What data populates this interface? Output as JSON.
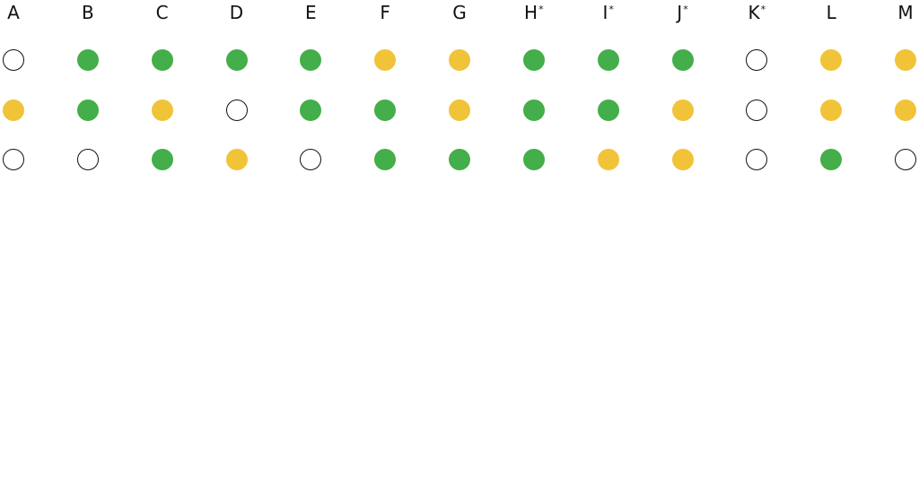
{
  "colors": {
    "green": "#43ae4a",
    "yellow": "#f1c338",
    "empty": "#ffffff",
    "outline": "#111111"
  },
  "columns": [
    {
      "label": "A",
      "marker": ""
    },
    {
      "label": "B",
      "marker": ""
    },
    {
      "label": "C",
      "marker": ""
    },
    {
      "label": "D",
      "marker": ""
    },
    {
      "label": "E",
      "marker": ""
    },
    {
      "label": "F",
      "marker": ""
    },
    {
      "label": "G",
      "marker": ""
    },
    {
      "label": "H",
      "marker": "*"
    },
    {
      "label": "I",
      "marker": "*"
    },
    {
      "label": "J",
      "marker": "*"
    },
    {
      "label": "K",
      "marker": "*"
    },
    {
      "label": "L",
      "marker": ""
    },
    {
      "label": "M",
      "marker": ""
    }
  ],
  "rows": [
    [
      "empty",
      "green",
      "green",
      "green",
      "green",
      "yellow",
      "yellow",
      "green",
      "green",
      "green",
      "empty",
      "yellow",
      "yellow"
    ],
    [
      "yellow",
      "green",
      "yellow",
      "empty",
      "green",
      "green",
      "yellow",
      "green",
      "green",
      "yellow",
      "empty",
      "yellow",
      "yellow"
    ],
    [
      "empty",
      "empty",
      "green",
      "yellow",
      "empty",
      "green",
      "green",
      "green",
      "yellow",
      "yellow",
      "empty",
      "green",
      "empty"
    ]
  ]
}
